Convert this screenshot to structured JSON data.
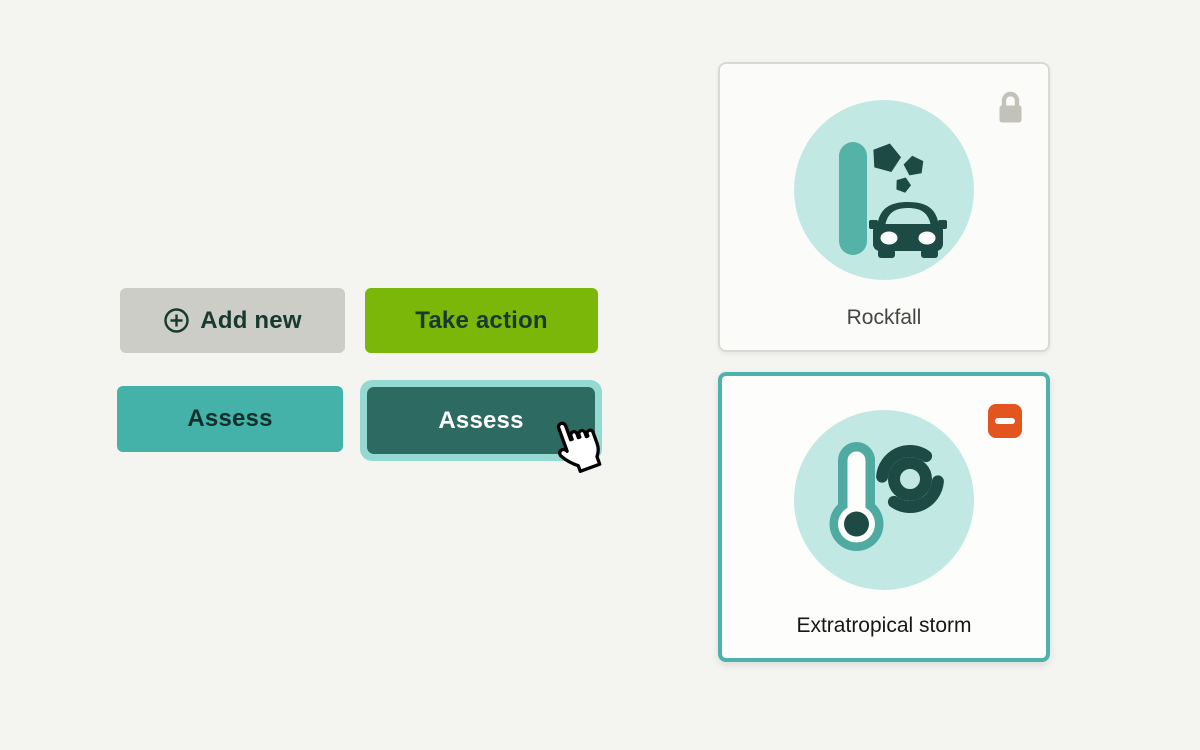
{
  "buttons": {
    "add_new": {
      "label": "Add new",
      "icon": "circled-plus-icon"
    },
    "take_action": {
      "label": "Take action"
    },
    "assess": {
      "label": "Assess"
    },
    "assess_hover": {
      "label": "Assess",
      "state": "hover"
    }
  },
  "cursor": {
    "icon": "hand-pointer-cursor"
  },
  "cards": [
    {
      "label": "Rockfall",
      "icon": "rockfall-icon",
      "status_icon": "lock-icon",
      "state": "locked"
    },
    {
      "label": "Extratropical storm",
      "icon": "extratropical-storm-icon",
      "status_icon": "remove-minus-icon",
      "state": "selected"
    }
  ],
  "colors": {
    "page_bg": "#f4f4f1",
    "btn_neutral_bg": "#cccdc6",
    "btn_green_bg": "#7ab708",
    "btn_teal_bg": "#45b2aa",
    "btn_teal_dark_bg": "#2c6a62",
    "btn_hover_ring": "#94d9d2",
    "btn_text_dark": "#17392f",
    "btn_text_light": "#ffffff",
    "card_bg": "#fbfbf9",
    "card_border_gray": "#d9d9d3",
    "card_border_teal": "#4db2a9",
    "icon_circle_bg": "#c2e8e3",
    "icon_dark": "#1d4a44",
    "icon_teal": "#55b2a7",
    "icon_thermo_teal": "#4faaa2",
    "lock_gray": "#c2c2bb",
    "remove_orange": "#e3541e",
    "label_gray": "#454541",
    "label_dark": "#161616"
  }
}
